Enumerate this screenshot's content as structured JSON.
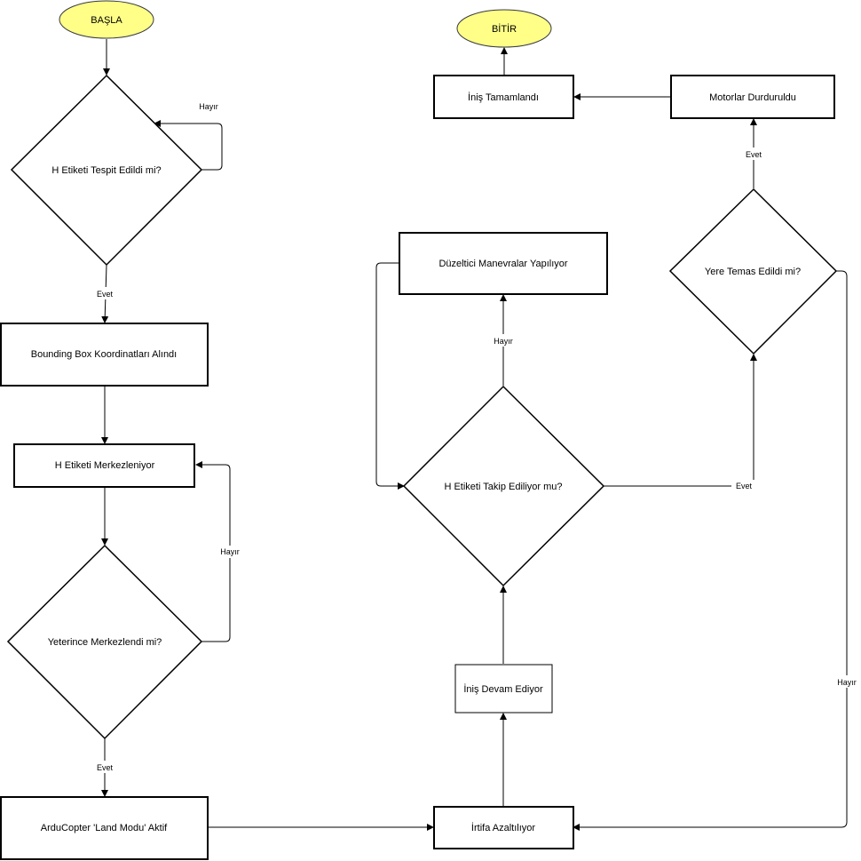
{
  "nodes": {
    "start": "BAŞLA",
    "end": "BİTİR",
    "h_detected": "H Etiketi Tespit Edildi mi?",
    "bbox": "Bounding Box Koordinatları Alındı",
    "centering": "H Etiketi Merkezleniyor",
    "centered_enough": "Yeterince Merkezlendi mi?",
    "land_mode": "ArduCopter 'Land Modu' Aktif",
    "altitude": "İrtifa Azaltılıyor",
    "landing_continues": "İniş Devam Ediyor",
    "tracking": "H Etiketi Takip Ediliyor mu?",
    "corrective": "Düzeltici Manevralar Yapılıyor",
    "ground_contact": "Yere Temas Edildi mi?",
    "motors_stopped": "Motorlar Durduruldu",
    "landing_complete": "İniş Tamamlandı"
  },
  "labels": {
    "detected_no": "Hayır",
    "detected_yes": "Evet",
    "centered_no": "Hayır",
    "centered_yes": "Evet",
    "tracking_no": "Hayır",
    "tracking_yes": "Evet",
    "contact_no": "Hayır",
    "contact_yes": "Evet"
  },
  "colors": {
    "terminal_fill": "#ffff88",
    "stroke": "#000000"
  }
}
